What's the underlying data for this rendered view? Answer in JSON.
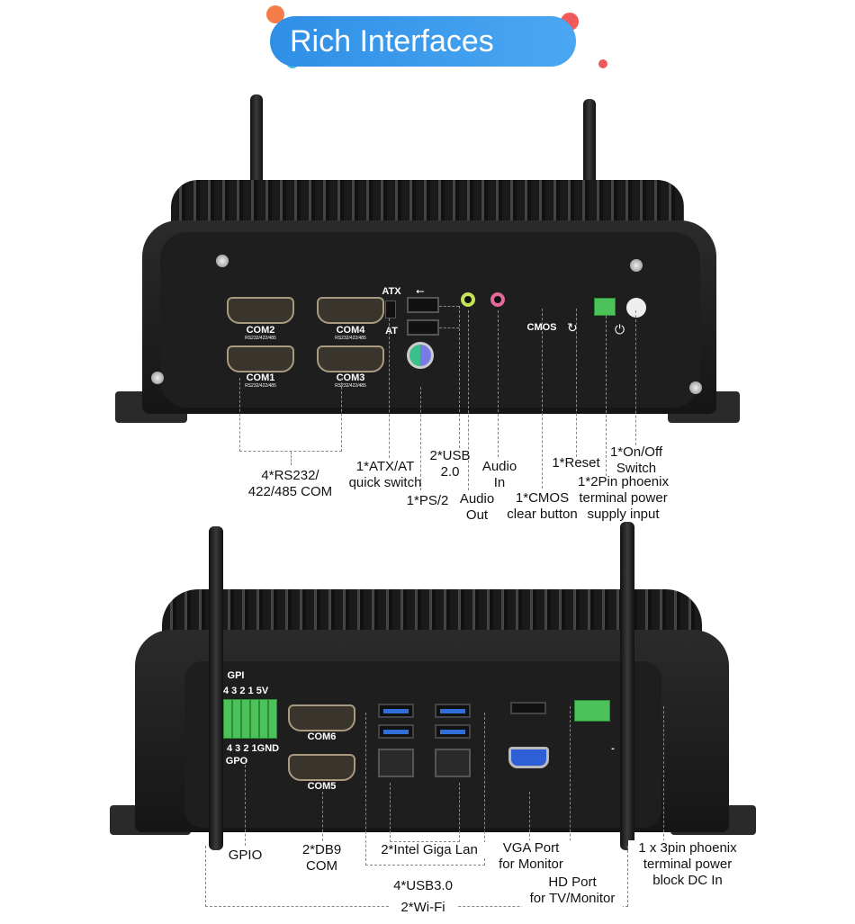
{
  "banner": {
    "title": "Rich Interfaces",
    "color": "#3a9bec"
  },
  "top_panel": {
    "ports": {
      "com2": "COM2",
      "com4": "COM4",
      "com1": "COM1",
      "com3": "COM3",
      "com_sub": "RS232/422/485",
      "atx": "ATX",
      "at": "AT",
      "cmos": "CMOS"
    },
    "labels": {
      "com": [
        "4*RS232/",
        "422/485 COM"
      ],
      "atx": [
        "1*ATX/AT",
        "quick switch"
      ],
      "usb": [
        "2*USB",
        "2.0"
      ],
      "ps2": "1*PS/2",
      "audio_in": [
        "Audio",
        "In"
      ],
      "audio_out": [
        "Audio",
        "Out"
      ],
      "cmos": [
        "1*CMOS",
        "clear button"
      ],
      "reset": "1*Reset",
      "power": [
        "1*On/Off",
        "Switch"
      ],
      "phoenix": [
        "1*2Pin phoenix",
        "terminal power",
        "supply input"
      ]
    }
  },
  "bottom_panel": {
    "ports": {
      "gpi": "GPI",
      "gpi_pins": "4 3 2 1 5V",
      "gpo_pins": "4 3 2 1GND",
      "gpo": "GPO",
      "com6": "COM6",
      "com5": "COM5",
      "ground": "-"
    },
    "labels": {
      "gpio": "GPIO",
      "db9": [
        "2*DB9",
        "COM"
      ],
      "lan": "2*Intel Giga Lan",
      "vga": [
        "VGA Port",
        "for Monitor"
      ],
      "hd": [
        "HD Port",
        "for TV/Monitor"
      ],
      "dc": [
        "1 x 3pin phoenix",
        "terminal power",
        "block DC In"
      ],
      "usb3": "4*USB3.0",
      "wifi": "2*Wi-Fi"
    }
  }
}
